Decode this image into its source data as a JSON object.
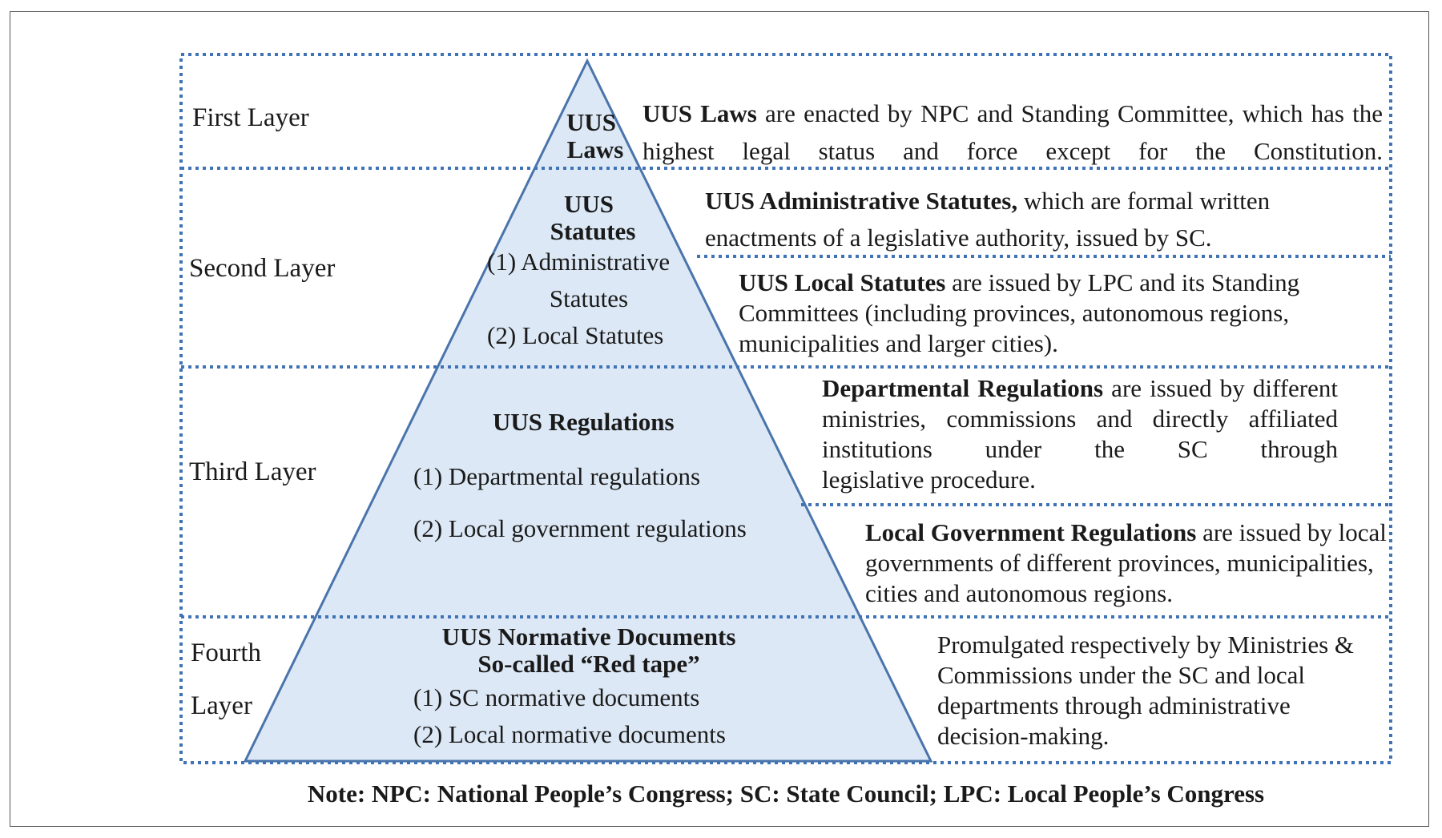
{
  "colors": {
    "pyramid_fill": "#dce8f5",
    "pyramid_stroke": "#4a74ab",
    "dotted_lines": "#3f73b6",
    "frame": "#555555"
  },
  "layers": {
    "first": "First Layer",
    "second": "Second Layer",
    "third": "Third Layer",
    "fourth_line1": "Fourth",
    "fourth_line2": "Layer"
  },
  "pyramid": {
    "laws_line1": "UUS",
    "laws_line2": "Laws",
    "statutes_line1": "UUS",
    "statutes_line2": "Statutes",
    "statutes_item1_line1": "(1) Administrative",
    "statutes_item1_line2": "Statutes",
    "statutes_item2": "(2) Local Statutes",
    "regulations_title": "UUS Regulations",
    "regulations_item1": "(1) Departmental regulations",
    "regulations_item2": "(2) Local government regulations",
    "normative_line1": "UUS Normative Documents",
    "normative_line2": "So-called “Red tape”",
    "normative_item1": "(1) SC normative documents",
    "normative_item2": "(2) Local normative documents"
  },
  "descriptions": {
    "laws_bold": "UUS Laws",
    "laws_text": " are enacted by NPC and Standing Committee, which has the highest legal status and force except for the Constitution.",
    "admin_bold": "UUS Administrative Statutes,",
    "admin_text": " which are formal written enactments of a legislative authority, issued by SC.",
    "local_statutes_bold": "UUS Local Statutes",
    "local_statutes_text": " are issued by LPC and its Standing Committees (including provinces, autonomous regions, municipalities and larger cities).",
    "dept_bold": "Departmental Regulations",
    "dept_text": " are issued by different ministries, commissions and directly affiliated institutions under the SC through",
    "dept_text_last": "legislative procedure.",
    "localgov_bold": "Local Government Regulations",
    "localgov_text": " are issued by local governments of different provinces, municipalities, cities and autonomous regions.",
    "normative_text": "Promulgated respectively by Ministries & Commissions under the SC and local departments through administrative decision-making."
  },
  "note": "Note: NPC: National People’s Congress; SC: State Council; LPC: Local People’s Congress"
}
